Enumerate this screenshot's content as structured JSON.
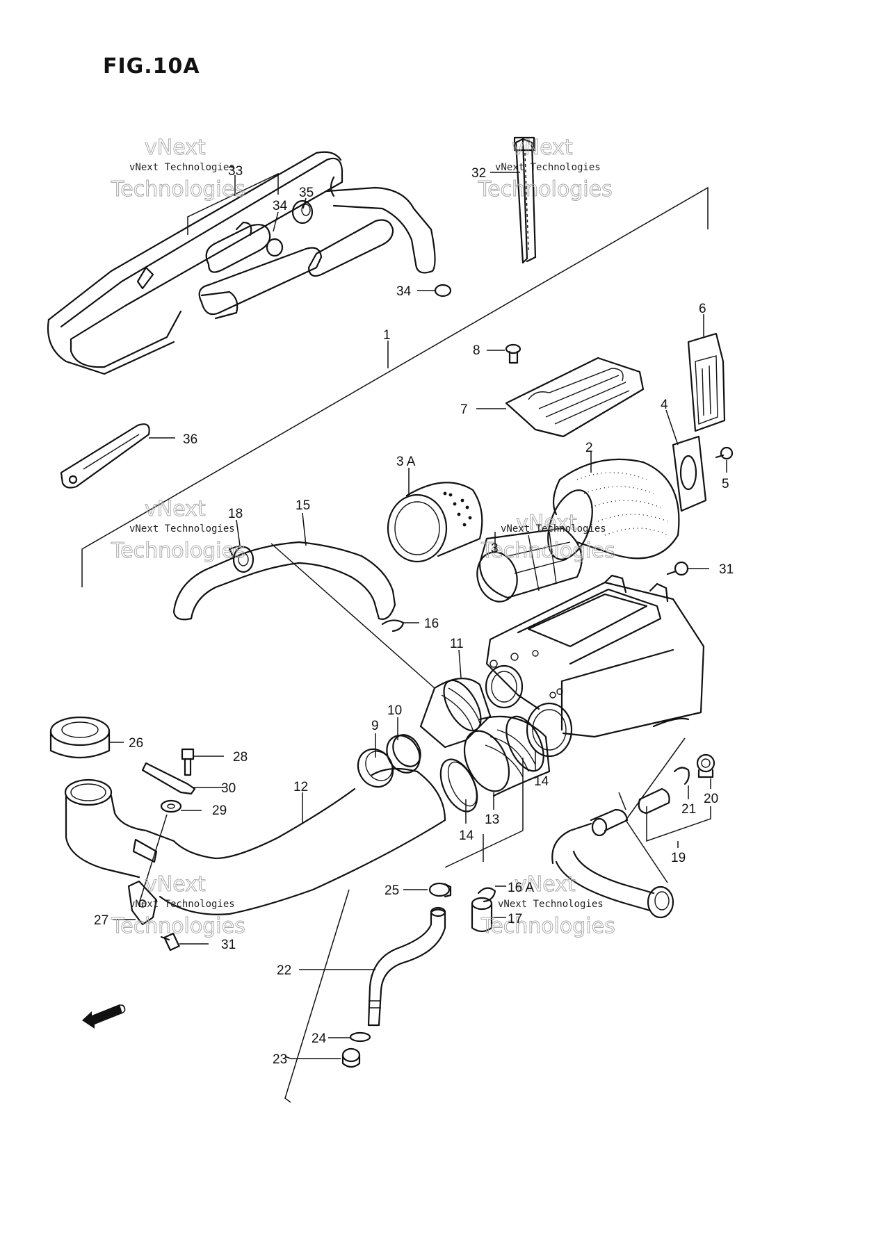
{
  "figure": {
    "title": "FIG.10A",
    "fwd_label": "FWD"
  },
  "watermark": {
    "line1": "vNext",
    "line2": "vNext Technologies",
    "line3": "Technologies"
  },
  "callouts": {
    "p1": "1",
    "p2": "2",
    "p3": "3",
    "p3a": "3 A",
    "p4": "4",
    "p5": "5",
    "p6": "6",
    "p7": "7",
    "p8": "8",
    "p9": "9",
    "p10": "10",
    "p11": "11",
    "p12": "12",
    "p13": "13",
    "p14a": "14",
    "p14b": "14",
    "p15": "15",
    "p16": "16",
    "p16a": "16 A",
    "p17": "17",
    "p18": "18",
    "p19": "19",
    "p20": "20",
    "p21": "21",
    "p22": "22",
    "p23": "23",
    "p24": "24",
    "p25": "25",
    "p26": "26",
    "p27": "27",
    "p28": "28",
    "p29": "29",
    "p30": "30",
    "p31a": "31",
    "p31b": "31",
    "p32": "32",
    "p33": "33",
    "p34a": "34",
    "p34b": "34",
    "p35": "35",
    "p36": "36"
  }
}
